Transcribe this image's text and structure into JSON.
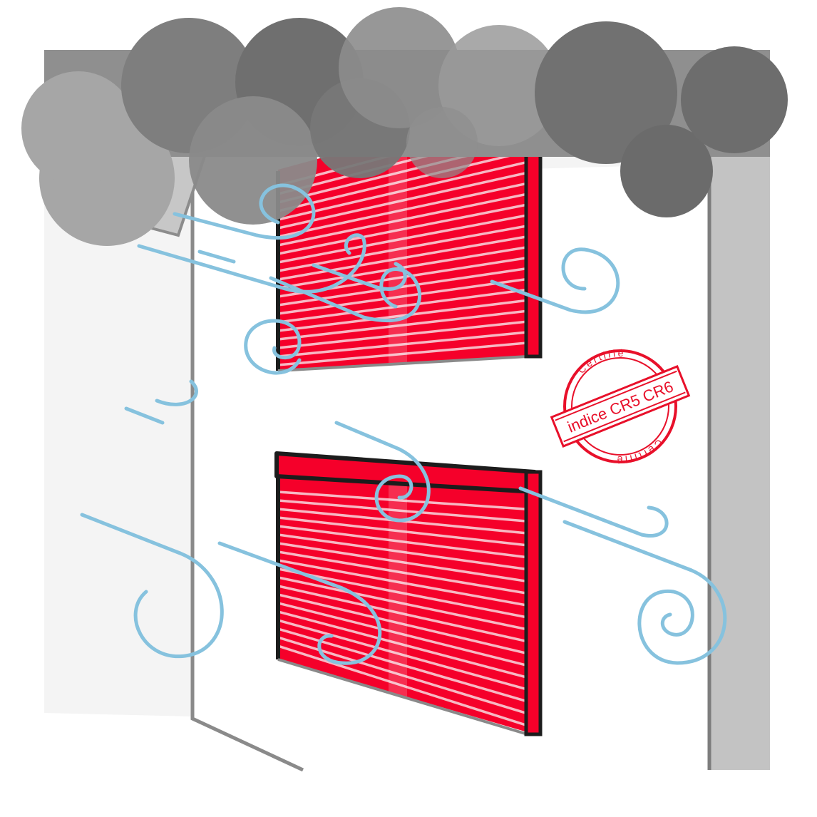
{
  "stamp": {
    "top_arc": "Certifié",
    "bottom_arc": "Certifié",
    "band": "indice CR5 CR6"
  },
  "colors": {
    "shutter_red": "#f5002a",
    "wall": "#f3f3f3",
    "cloud_dark": "#6f6f6f",
    "wind": "#86c2de"
  },
  "icons": [
    "storm-cloud-icon",
    "wind-gust-icon",
    "roller-shutter-icon",
    "certification-stamp-icon"
  ]
}
